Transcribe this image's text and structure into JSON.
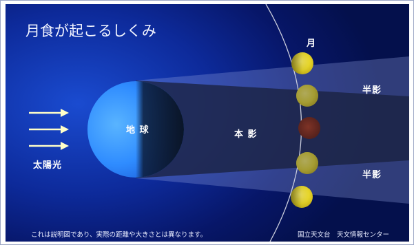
{
  "diagram": {
    "title": "月食が起こるしくみ",
    "sunlight_label": "太陽光",
    "earth_label": "地 球",
    "umbra_label": "本 影",
    "penumbra_upper_label": "半影",
    "penumbra_lower_label": "半影",
    "moon_label": "月",
    "footnote": "これは説明図であり、実際の距離や大きさとは異なります。",
    "credit": "国立天文台　天文情報センター"
  },
  "colors": {
    "background": "#0a1f7a",
    "earth_light": "#2f8cff",
    "moon_yellow": "#f2e23a",
    "eclipsed_moon": "#6b2a22",
    "shadow": "#1d2340",
    "orbit": "#c9ccdc"
  },
  "icons": [
    "sunlight-arrow-icon",
    "earth-icon",
    "moon-icon",
    "eclipsed-moon-icon"
  ]
}
